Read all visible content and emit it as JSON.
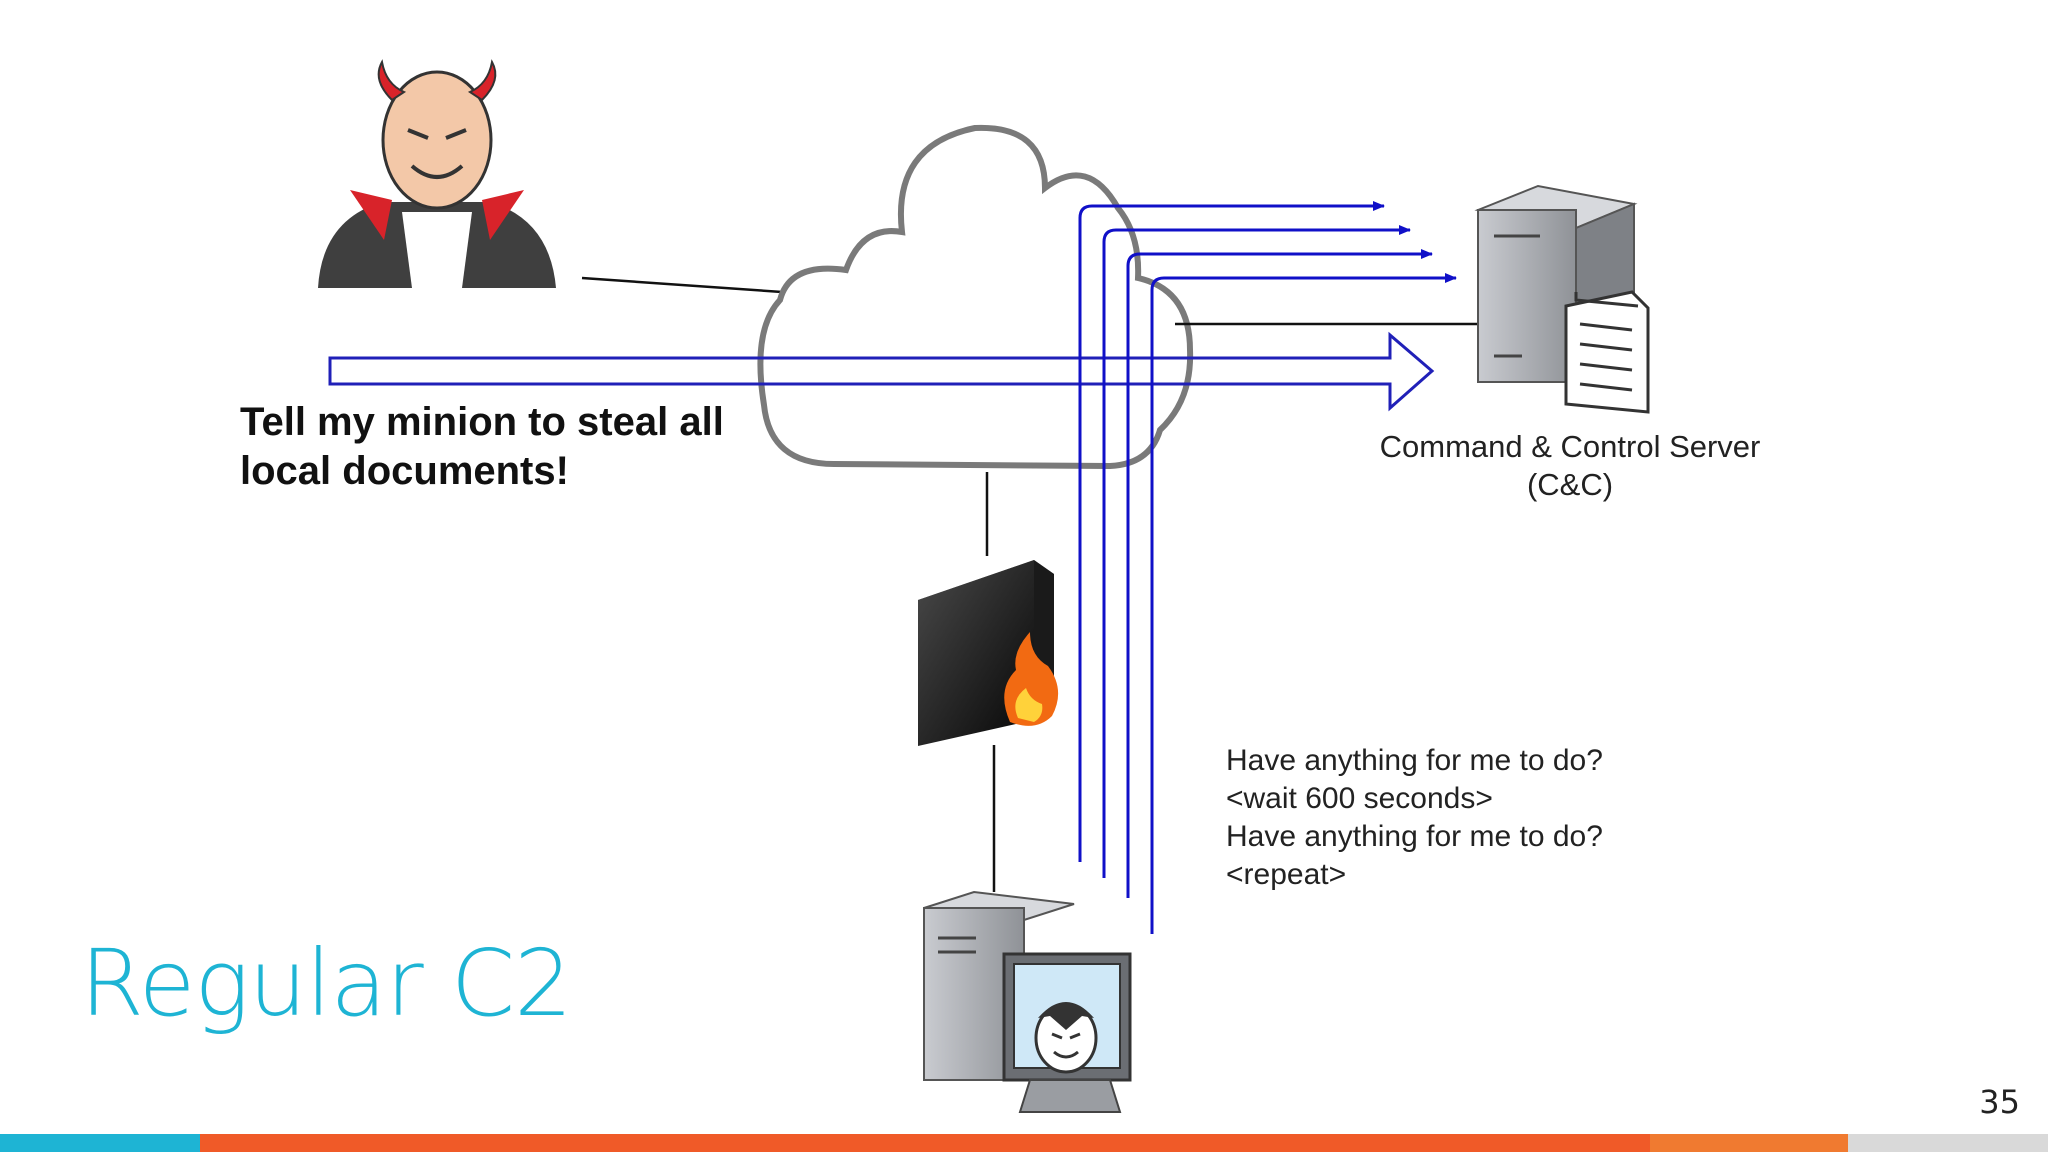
{
  "slide": {
    "title": "Regular C2",
    "page_number": "35"
  },
  "diagram": {
    "attacker_message": [
      "Tell my minion to steal all",
      "local documents!"
    ],
    "server_label": [
      "Command & Control Server",
      "(C&C)"
    ],
    "beacon_text": [
      "Have anything for me to do?",
      "<wait 600 seconds>",
      "Have anything for me to do?",
      "<repeat>"
    ]
  },
  "colors": {
    "title": "#1eb4d4",
    "arrows": "#1010c8",
    "cloud": "#7a7a7a",
    "footer_segments": [
      "#1eb4d4",
      "#f05a28",
      "#f05a28",
      "#f07a30",
      "#d9d9d9"
    ]
  },
  "icons": [
    "devil-attacker-icon",
    "cloud-icon",
    "server-icon",
    "document-icon",
    "firewall-icon",
    "infected-computer-icon"
  ]
}
